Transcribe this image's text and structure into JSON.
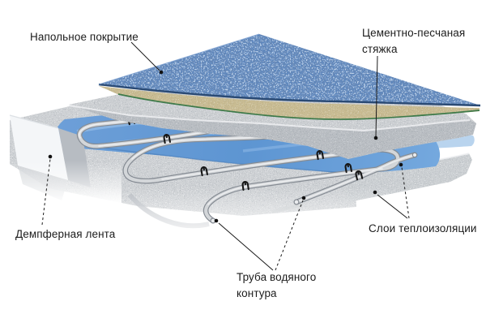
{
  "diagram": {
    "labels": {
      "floor_covering": "Напольное покрытие",
      "screed": "Цементно-песчаная стяжка",
      "damper_tape": "Демпферная лента",
      "pipe": "Труба водяного контура",
      "insulation": "Слои теплоизоляции"
    },
    "colors": {
      "background": "#ffffff",
      "carpet_blue": "#5e88c0",
      "carpet_edge_navy": "#2a4a74",
      "underlay_tan": "#c9bc92",
      "underlay_green_edge": "#3e7a4a",
      "screed_gray": "#cdd0d3",
      "film_blue": "#5d95d2",
      "film_light_blue": "#b9d4ee",
      "insulation_gray": "#ccd0d3",
      "base_gray": "#cfd2d5",
      "damper_tape_white": "#f4f6f8",
      "pipe_gray": "#d3d6d9",
      "pipe_outline": "#858b93",
      "clip_black": "#161616",
      "leader_line": "#1a1a1a",
      "label_text": "#1c1c1c"
    }
  }
}
